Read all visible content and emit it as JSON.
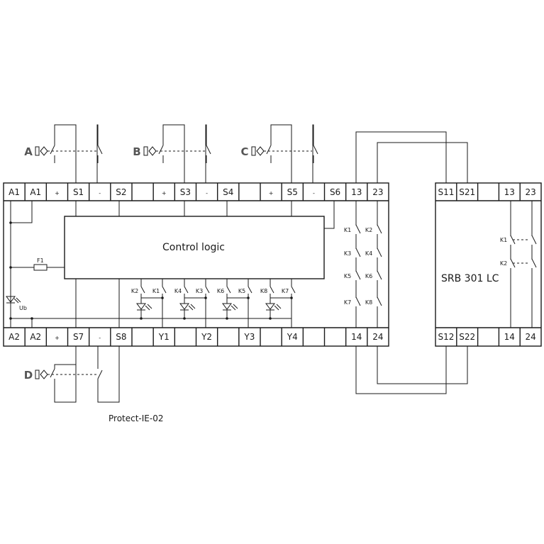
{
  "module1": {
    "name": "Protect-IE-02",
    "logic_label": "Control logic",
    "top_terminals": [
      "A1",
      "A1",
      "+",
      "S1",
      "-",
      "S2",
      "",
      "+",
      "S3",
      "-",
      "S4",
      "",
      "+",
      "S5",
      "-",
      "S6",
      "13",
      "23"
    ],
    "bottom_terminals": [
      "A2",
      "A2",
      "+",
      "S7",
      "-",
      "S8",
      "",
      "Y1",
      "",
      "Y2",
      "",
      "Y3",
      "",
      "Y4",
      "",
      "",
      "14",
      "24"
    ],
    "fuse_label": "F1",
    "ub_label": "Ub",
    "led_contacts": [
      [
        "K2",
        "K1"
      ],
      [
        "K4",
        "K3"
      ],
      [
        "K6",
        "K5"
      ],
      [
        "K8",
        "K7"
      ]
    ],
    "relay_labels": [
      [
        "K1",
        "K2"
      ],
      [
        "K3",
        "K4"
      ],
      [
        "K5",
        "K6"
      ],
      [
        "K7",
        "K8"
      ]
    ]
  },
  "module2": {
    "name": "SRB 301 LC",
    "top_terminals": [
      "S11",
      "S21",
      "",
      "13",
      "23"
    ],
    "bottom_terminals": [
      "S12",
      "S22",
      "",
      "14",
      "24"
    ],
    "relay_labels": [
      "K1",
      "K2"
    ]
  },
  "sensors": [
    "A",
    "B",
    "C",
    "D"
  ]
}
